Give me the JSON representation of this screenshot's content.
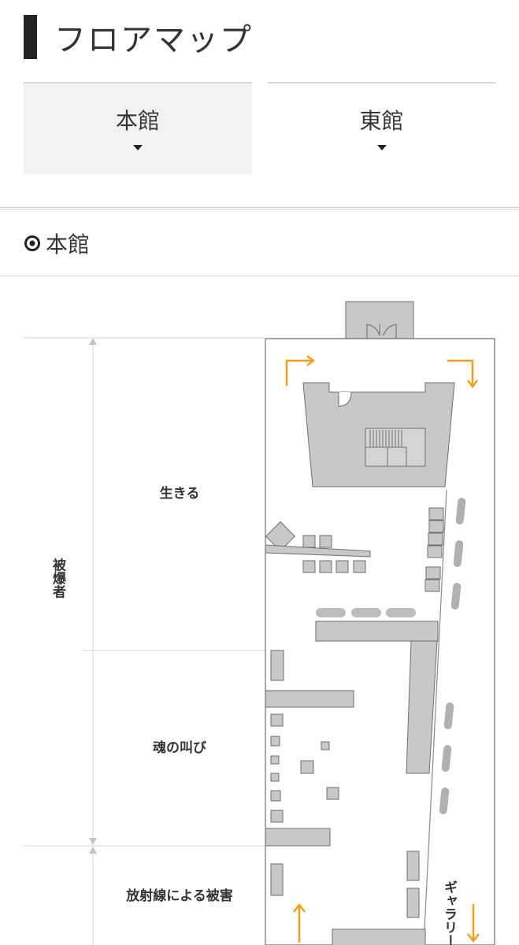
{
  "heading": {
    "title": "フロアマップ"
  },
  "tabs": [
    {
      "label": "本館",
      "active": true
    },
    {
      "label": "東館",
      "active": false
    }
  ],
  "building": {
    "name": "本館"
  },
  "floor_map": {
    "section_label": "被爆者",
    "zones": [
      "生きる",
      "魂の叫び",
      "放射線による被害"
    ],
    "gallery_label": "ギャラリー",
    "colors": {
      "route_arrow": "#f0a020",
      "exhibit_fill": "#c8c8c8",
      "outline": "#6e6e6e",
      "guide": "#d6d6d6"
    }
  }
}
